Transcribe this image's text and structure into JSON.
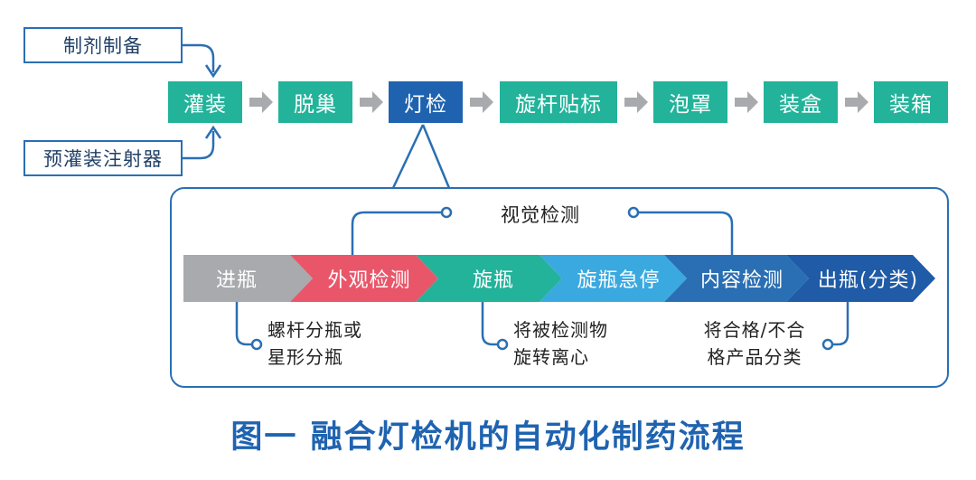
{
  "inputs": {
    "top": "制剂制备",
    "bottom": "预灌装注射器"
  },
  "process_steps": [
    {
      "label": "灌装",
      "color": "#22b39a"
    },
    {
      "label": "脱巢",
      "color": "#22b39a"
    },
    {
      "label": "灯检",
      "color": "#1f63b0"
    },
    {
      "label": "旋杆贴标",
      "color": "#22b39a"
    },
    {
      "label": "泡罩",
      "color": "#22b39a"
    },
    {
      "label": "装盒",
      "color": "#22b39a"
    },
    {
      "label": "装箱",
      "color": "#22b39a"
    }
  ],
  "inspection": {
    "visual_label": "视觉检测",
    "stages": [
      {
        "label": "进瓶",
        "color": "#a8aaad"
      },
      {
        "label": "外观检测",
        "color": "#e9566a"
      },
      {
        "label": "旋瓶",
        "color": "#22b39a"
      },
      {
        "label": "旋瓶急停",
        "color": "#3aa9e0"
      },
      {
        "label": "内容检测",
        "color": "#2a6fb3"
      },
      {
        "label": "出瓶(分类)",
        "color": "#1f5ba6"
      }
    ],
    "notes": [
      {
        "line1": "螺杆分瓶或",
        "line2": "星形分瓶"
      },
      {
        "line1": "将被检测物",
        "line2": "旋转离心"
      },
      {
        "line1": "将合格/不合",
        "line2": "格产品分类"
      }
    ]
  },
  "caption": {
    "figure": "图一",
    "title": "融合灯检机的自动化制药流程"
  }
}
